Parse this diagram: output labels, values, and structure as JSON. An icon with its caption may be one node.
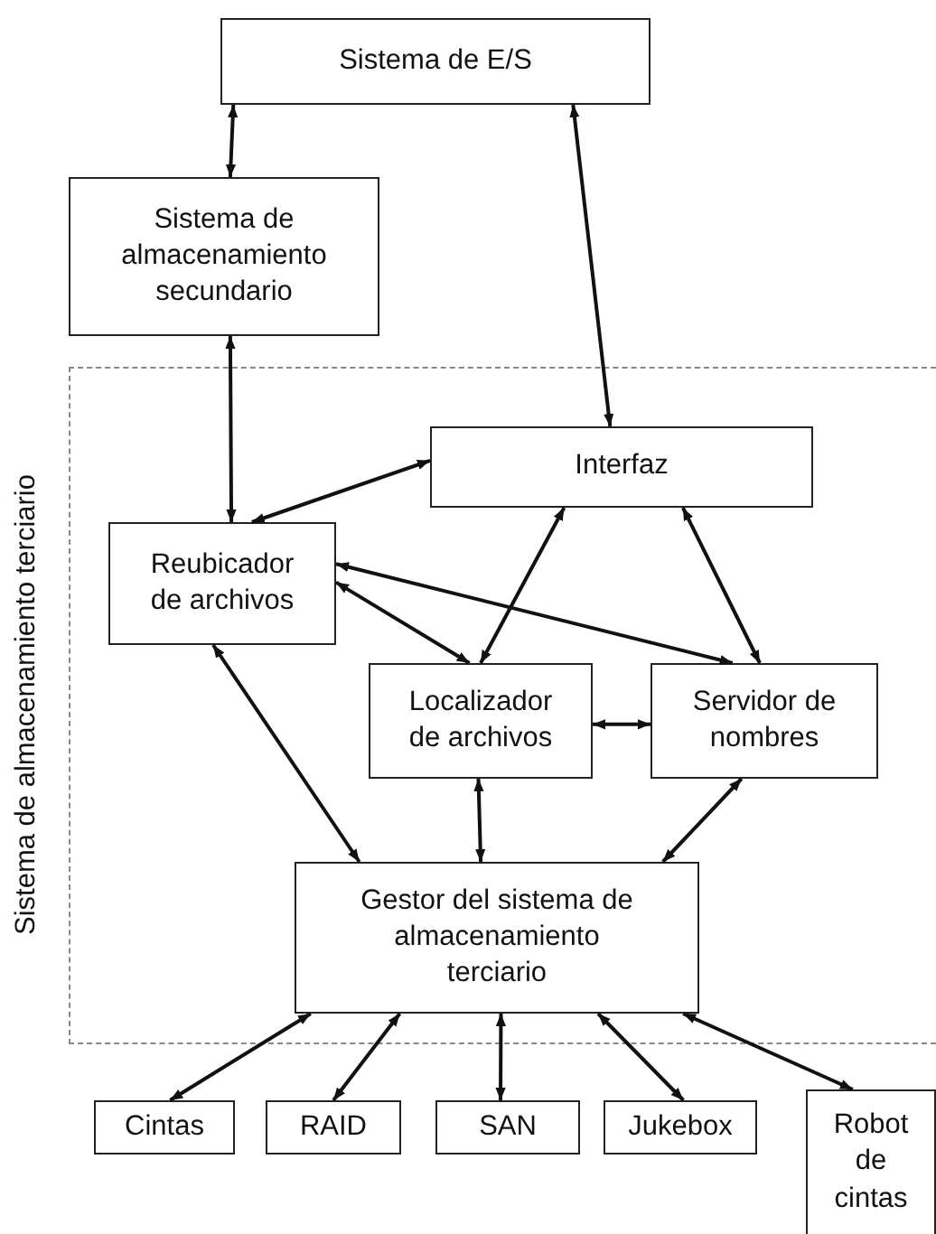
{
  "diagram": {
    "nodes": [
      {
        "text": [
          "Sistema de E/S"
        ]
      },
      {
        "text": [
          "Sistema de almacenamiento secundario"
        ]
      },
      {
        "text": [
          "Sistema de almacenamiento terciario"
        ]
      },
      {
        "text": [
          "Interfaz"
        ],
        "in": 2
      },
      {
        "text": [
          "Reubicador de archivos"
        ],
        "in": 2
      },
      {
        "text": [
          "Localizador de archivos"
        ],
        "in": 2
      },
      {
        "text": [
          "Servidor de nombres"
        ],
        "in": 2
      },
      {
        "text": [
          "Gestor del sistema de almacenamiento terciario"
        ],
        "in": 2
      },
      {
        "text": [
          "Cintas"
        ]
      },
      {
        "text": [
          "RAID"
        ]
      },
      {
        "text": [
          "SAN"
        ]
      },
      {
        "text": [
          "Jukebox"
        ]
      },
      {
        "text": [
          "Robot de cintas"
        ]
      }
    ],
    "edges": [
      {
        "from": 0,
        "to": 1,
        "arrow": "both"
      },
      {
        "from": 0,
        "to": 3,
        "arrow": "both"
      },
      {
        "from": 1,
        "to": 4,
        "arrow": "both"
      },
      {
        "from": 3,
        "to": 4,
        "arrow": "both"
      },
      {
        "from": 3,
        "to": 5,
        "arrow": "both"
      },
      {
        "from": 3,
        "to": 6,
        "arrow": "both"
      },
      {
        "from": 4,
        "to": 5,
        "arrow": "both"
      },
      {
        "from": 4,
        "to": 6,
        "arrow": "both"
      },
      {
        "from": 5,
        "to": 6,
        "arrow": "both"
      },
      {
        "from": 4,
        "to": 7,
        "arrow": "both"
      },
      {
        "from": 5,
        "to": 7,
        "arrow": "both"
      },
      {
        "from": 6,
        "to": 7,
        "arrow": "both"
      },
      {
        "from": 7,
        "to": 8,
        "arrow": "both"
      },
      {
        "from": 7,
        "to": 9,
        "arrow": "both"
      },
      {
        "from": 7,
        "to": 10,
        "arrow": "both"
      },
      {
        "from": 7,
        "to": 11,
        "arrow": "both"
      },
      {
        "from": 7,
        "to": 12,
        "arrow": "both"
      }
    ]
  }
}
